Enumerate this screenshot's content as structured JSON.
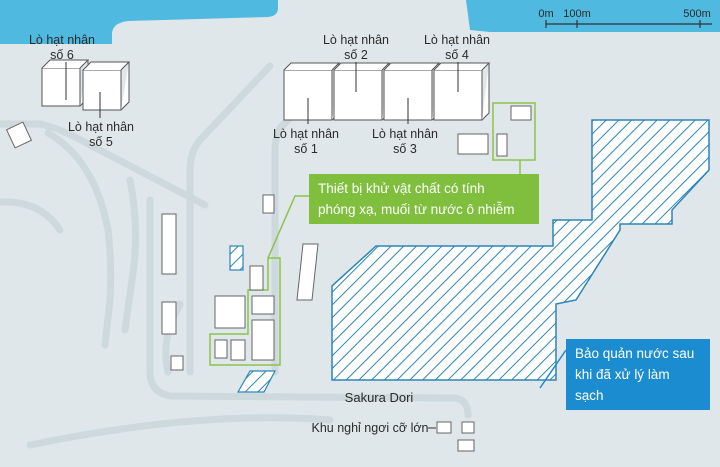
{
  "scale": {
    "ticks": [
      "0m",
      "100m",
      "500m"
    ]
  },
  "reactors": [
    {
      "line1": "Lò hạt nhân",
      "line2": "số 1"
    },
    {
      "line1": "Lò hạt nhân",
      "line2": "số 2"
    },
    {
      "line1": "Lò hạt nhân",
      "line2": "số 3"
    },
    {
      "line1": "Lò hạt nhân",
      "line2": "số 4"
    },
    {
      "line1": "Lò hạt nhân",
      "line2": "số 5"
    },
    {
      "line1": "Lò hạt nhân",
      "line2": "số 6"
    }
  ],
  "callouts": {
    "decontamination": {
      "line1": "Thiết bị khử vật chất có tính",
      "line2": "phóng xạ, muối từ nước ô nhiễm"
    },
    "storage": {
      "line1": "Bảo quản nước sau",
      "line2": "khi đã xử lý làm sạch"
    }
  },
  "places": {
    "street": "Sakura Dori",
    "rest_area": "Khu nghỉ ngơi cỡ lớn"
  },
  "colors": {
    "sea": "#4fb9e0",
    "land": "#dfe7ea",
    "road": "#cdd9dd",
    "green": "#7fbf3d",
    "blue": "#1a8ccf"
  }
}
